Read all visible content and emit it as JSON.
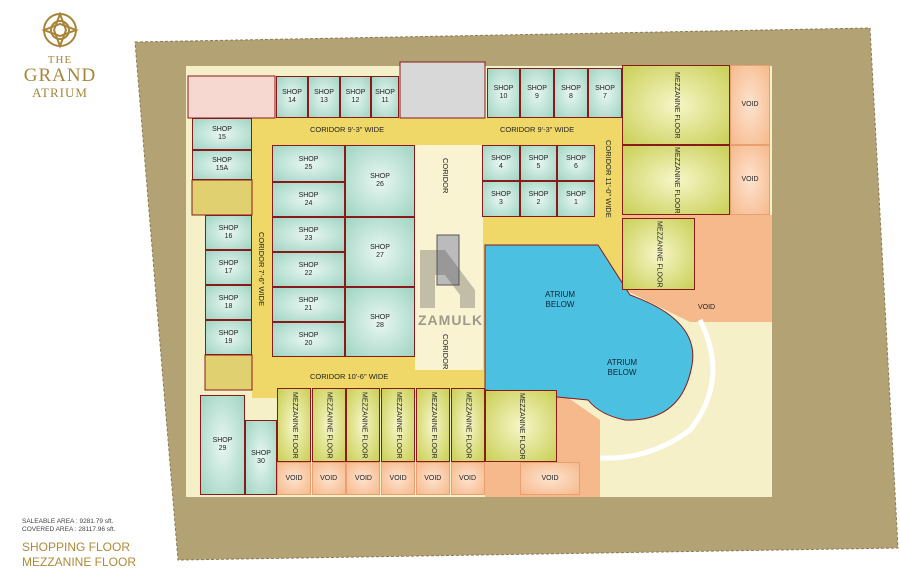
{
  "logo": {
    "the": "THE",
    "grand": "GRAND",
    "atrium": "ATRIUM"
  },
  "areas": {
    "saleable": "SALEABLE AREA :  9281.79 sft.",
    "covered": "COVERED AREA :  28117.96 sft."
  },
  "floors": [
    "SHOPPING FLOOR",
    "MEZZANINE FLOOR"
  ],
  "shop_label": "SHOP",
  "shops": [
    "14",
    "13",
    "12",
    "11",
    "10",
    "9",
    "8",
    "7",
    "15",
    "15A",
    "16",
    "17",
    "18",
    "19",
    "25",
    "24",
    "23",
    "22",
    "21",
    "20",
    "26",
    "27",
    "28",
    "4",
    "5",
    "6",
    "3",
    "2",
    "1",
    "29",
    "30"
  ],
  "mezzanine_label": "MEZZANINE FLOOR",
  "void_label": "VOID",
  "corridors": [
    "CORIDOR 9'-3\" WIDE",
    "CORIDOR 9'-3\" WIDE",
    "CORIDOR 7'-6\" WIDE",
    "CORIDOR 10'-6\" WIDE",
    "CORIDOR 11'-0\" WIDE",
    "CORIDOR",
    "CORIDOR"
  ],
  "atrium": [
    "ATRIUM BELOW",
    "ATRIUM BELOW"
  ],
  "watermark": "ZAMULK",
  "colors": {
    "site": "#b3a274",
    "corridor": "#f0d868",
    "shop": "#a8d8c8",
    "mezzanine": "#d2d460",
    "void": "#f6b98b",
    "atrium": "#4cc0e0",
    "wall": "#8a1a1a",
    "brand": "#a9853a"
  }
}
